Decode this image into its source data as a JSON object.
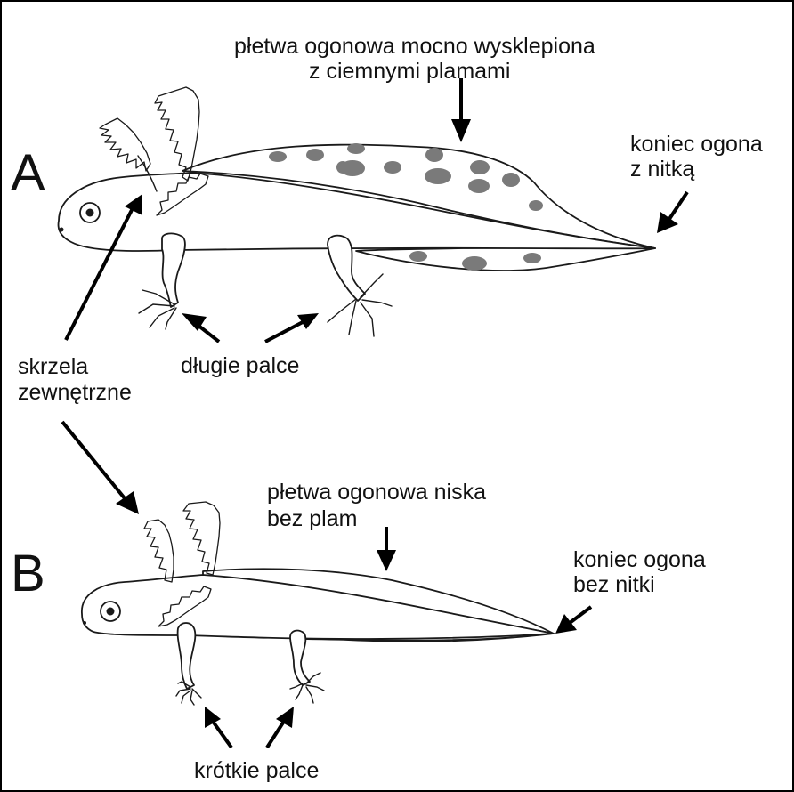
{
  "labels": {
    "fig_a": "A",
    "fig_b": "B",
    "fin_a_1": "płetwa ogonowa mocno wysklepiona",
    "fin_a_2": "z ciemnymi plamami",
    "tail_a_1": "koniec ogona",
    "tail_a_2": "z nitką",
    "gills_1": "skrzela",
    "gills_2": "zewnętrzne",
    "toes_a": "długie palce",
    "fin_b_1": "płetwa ogonowa niska",
    "fin_b_2": "bez plam",
    "tail_b_1": "koniec ogona",
    "tail_b_2": "bez nitki",
    "toes_b": "krótkie palce"
  },
  "colors": {
    "outline": "#1a1a1a",
    "spots": "#7a7a7a",
    "arrows": "#000000",
    "background": "#ffffff"
  }
}
